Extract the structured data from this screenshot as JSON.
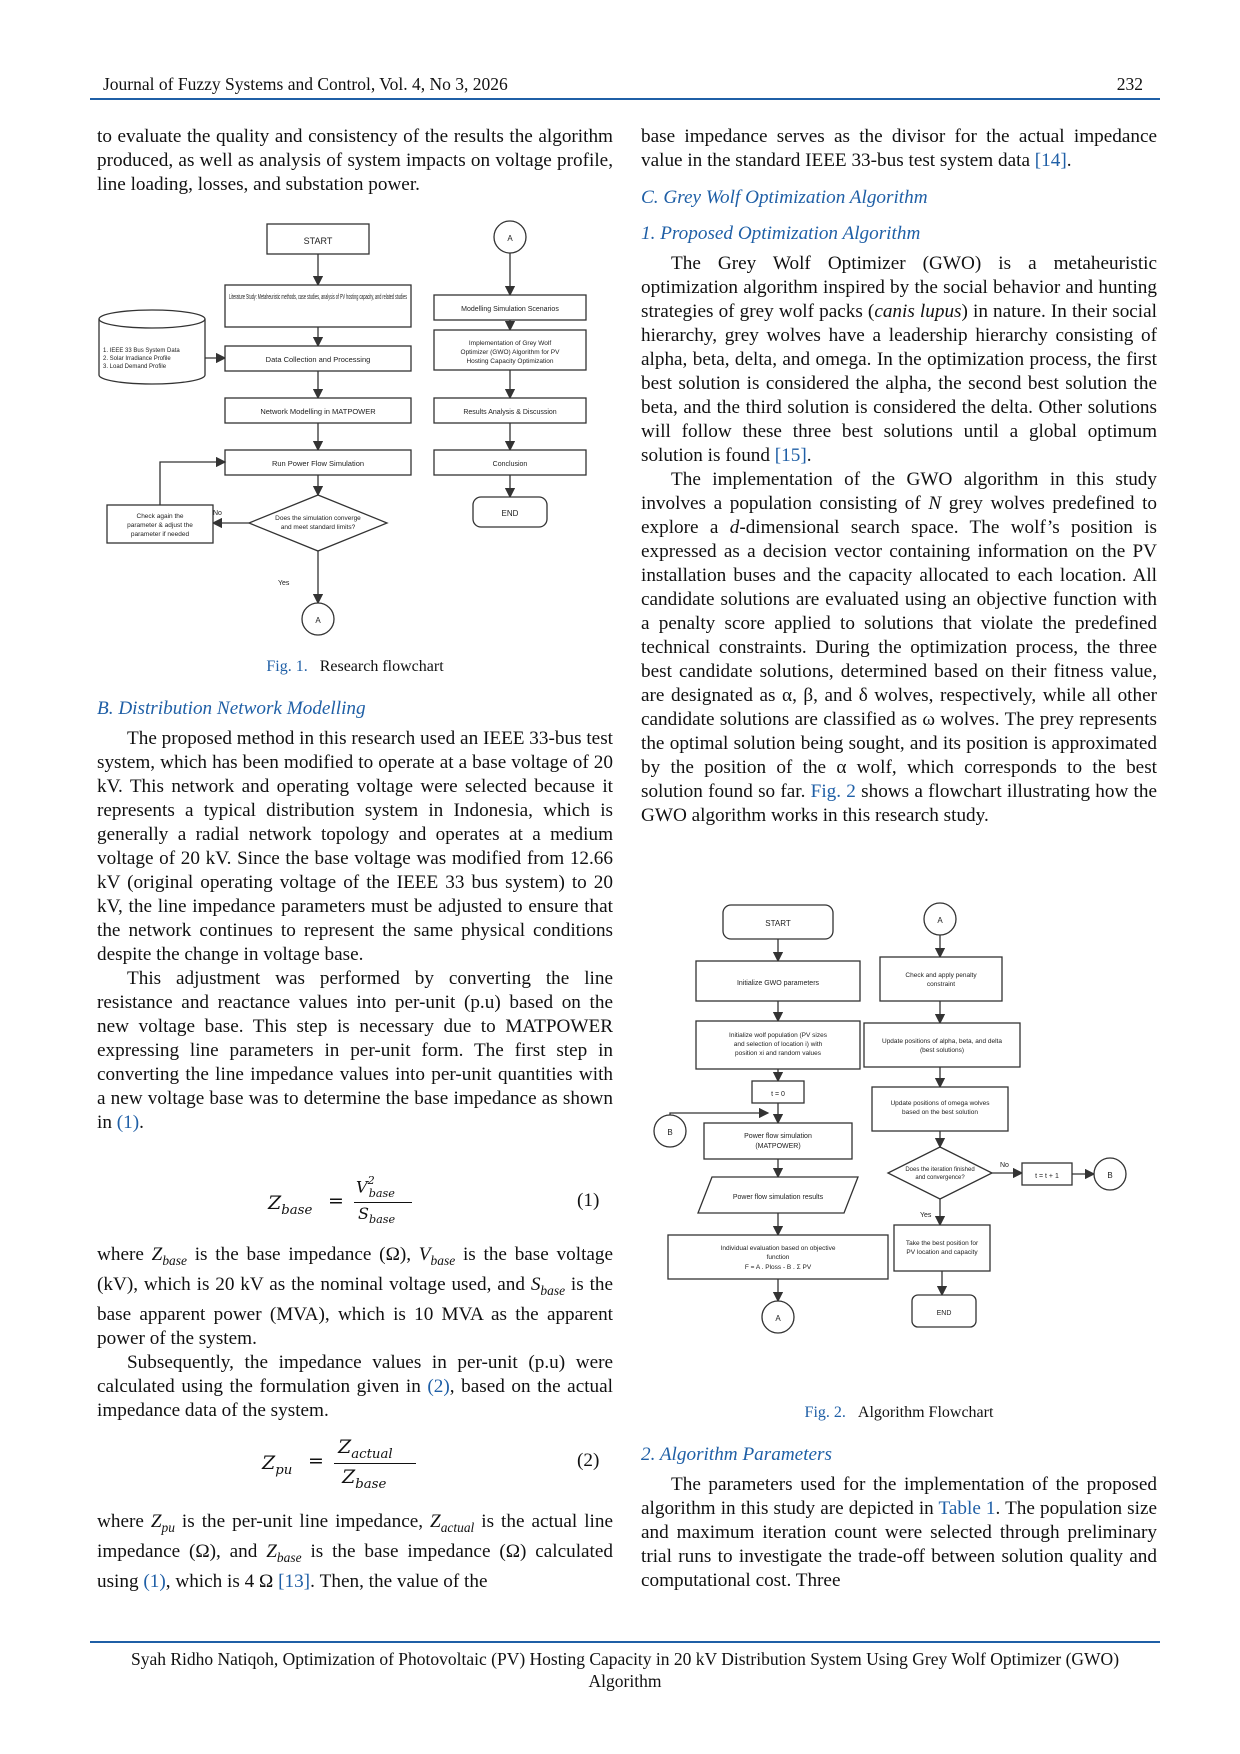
{
  "header": {
    "journal": "Journal of Fuzzy Systems and Control, Vol. 4, No 3, 2026",
    "page_number": "232"
  },
  "left": {
    "intro": "to evaluate the quality and consistency of the results the algorithm produced, as well as analysis of system impacts on voltage profile, line loading, losses, and substation power.",
    "fig1": {
      "start": "START",
      "a_top": "A",
      "literature": "Literature Study: Metaheuristic methods, case studies, analysis of PV hosting capacity, and related studies",
      "db1": "1. IEEE 33 Bus System Data",
      "db2": "2. Solar Irradiance Profile",
      "db3": "3. Load Demand Profile",
      "data": "Data Collection and Processing",
      "network": "Network Modelling in MATPOWER",
      "runpf": "Run Power Flow Simulation",
      "decision1": "Does the simulation converge",
      "decision2": "and meet standard limits?",
      "no": "No",
      "yes": "Yes",
      "check1": "Check again the",
      "check2": "parameter & adjust the",
      "check3": "parameter if needed",
      "a_bottom": "A",
      "scenario": "Modelling Simulation Scenarios",
      "impl1": "Implementation of Grey Wolf",
      "impl2": "Optimizer (GWO) Algorithm for PV",
      "impl3": "Hosting Capacity Optimization",
      "results": "Results Analysis & Discussion",
      "conclusion": "Conclusion",
      "end": "END",
      "caption_label": "Fig. 1.",
      "caption_text": "Research flowchart"
    },
    "secB": "B.   Distribution Network Modelling",
    "p1": "The proposed method in this research used an IEEE 33-bus test system, which has been modified to operate at a base voltage of 20 kV. This network and operating voltage were selected because it represents a typical distribution system in Indonesia, which is generally a radial network topology and operates at a medium voltage of 20 kV. Since the base voltage was modified from 12.66 kV (original operating voltage of the IEEE 33 bus system) to 20 kV, the line impedance parameters must be adjusted to ensure that the network continues to represent the same physical conditions despite the change in voltage base.",
    "p2": "This adjustment was performed by converting the line resistance and reactance values into per-unit (p.u) based on the new voltage base. This step is necessary due to MATPOWER expressing line parameters in per-unit form. The first step in converting the line impedance values into per-unit quantities with a new voltage base was to determine the base impedance as shown in",
    "p2_ref": "(1)",
    "eq1_no": "(1)",
    "p3a": "where",
    "p3b": "is the base impedance (Ω),",
    "p3c": "is the base voltage (kV), which is 20 kV as the nominal voltage used, and",
    "p3d": "is the base apparent power (MVA), which is 10 MVA as the apparent power of the system.",
    "p4": "Subsequently, the impedance values in per-unit (p.u) were calculated using the formulation given in",
    "p4_ref": "(2)",
    "p4_end": ", based on the actual impedance data of the system.",
    "eq2_no": "(2)",
    "p5a": "where",
    "p5b": "is the per-unit line impedance,",
    "p5c": "is the actual line impedance (Ω), and",
    "p5d": "is the base impedance (Ω) calculated using",
    "p5_ref1": "(1)",
    "p5e": ", which is 4 Ω",
    "p5_ref2": "[13]",
    "p5f": ". Then, the value of the"
  },
  "right": {
    "p0": "base impedance serves as the divisor for the actual impedance value in the standard IEEE 33-bus test system data",
    "p0_ref": "[14]",
    "secC": "C.   Grey Wolf Optimization Algorithm",
    "sec1": "1.    Proposed Optimization Algorithm",
    "gwo1": "The Grey Wolf Optimizer (GWO) is a metaheuristic optimization algorithm inspired by the social behavior and hunting strategies of grey wolf packs (",
    "gwo1_it": "canis lupus",
    "gwo1_end": ") in nature. In their social hierarchy, grey wolves have a leadership hierarchy consisting of alpha, beta, delta, and omega. In the optimization process, the first best solution is considered the alpha, the second best solution the beta, and the third solution is considered the delta. Other solutions will follow these three best solutions until a global optimum solution is found",
    "gwo1_ref": "[15]",
    "gwo2a": "The implementation of the GWO algorithm in this study involves a population consisting of",
    "gwo2_n": "N",
    "gwo2b": "grey wolves predefined to explore a",
    "gwo2_d": "d",
    "gwo2c": "-dimensional search space. The wolf’s position is expressed as a decision vector containing information on the PV installation buses and the capacity allocated to each location. All candidate solutions are evaluated using an objective function with a penalty score applied to solutions that violate the predefined technical constraints. During the optimization process, the three best candidate solutions, determined based on their fitness value, are designated as α, β, and δ wolves, respectively, while all other candidate solutions are classified as ω wolves. The prey represents the optimal solution being sought, and its position is approximated by the position of the α wolf, which corresponds to the best solution found so far.",
    "gwo2_ref": "Fig. 2",
    "gwo2d": "shows a flowchart illustrating how the GWO algorithm works in this research study.",
    "fig2": {
      "start": "START",
      "a_top": "A",
      "init": "Initialize GWO parameters",
      "pop1": "Initialize wolf population (PV sizes",
      "pop2": "and selection of location i) with",
      "pop3": "position xi and random values",
      "t0": "t = 0",
      "b_left": "B",
      "pf1": "Power flow simulation",
      "pf2": "(MATPOWER)",
      "pfr": "Power flow simulation results",
      "ind1": "Individual evaluation based on objective",
      "ind2": "function",
      "ind3": "F = A . Ploss - B . Σ PV",
      "a_bottom": "A",
      "pen1": "Check and apply penalty",
      "pen2": "constraint",
      "upd1": "Update positions of alpha, beta, and delta",
      "upd2": "(best solutions)",
      "om1": "Update positions of omega wolves",
      "om2": "based on the best solution",
      "dec1": "Does the iteration finished",
      "dec2": "and convergence?",
      "no": "No",
      "tinc": "t = t + 1",
      "b_right": "B",
      "yes": "Yes",
      "best1": "Take the best position for",
      "best2": "PV location and capacity",
      "end": "END",
      "caption_label": "Fig. 2.",
      "caption_text": "Algorithm Flowchart"
    },
    "sec2": "2.    Algorithm Parameters",
    "params": "The parameters used for the implementation of the proposed algorithm in this study are depicted in",
    "params_ref": "Table 1",
    "params_end": ". The population size and maximum iteration count were selected through preliminary trial runs to investigate the trade-off between solution quality and computational cost. Three"
  },
  "footer": {
    "line1": "Syah Ridho Natiqoh, Optimization of Photovoltaic (PV) Hosting Capacity in 20 kV Distribution System Using Grey Wolf Optimizer (GWO)",
    "line2": "Algorithm"
  },
  "colors": {
    "accent": "#1f5fa6"
  }
}
